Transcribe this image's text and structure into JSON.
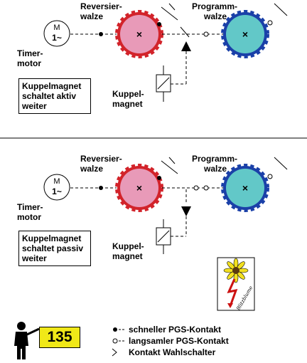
{
  "panels": [
    {
      "motor_letter": "M",
      "motor_subscript": "1~",
      "motor_label_line1": "Timer-",
      "motor_label_line2": "motor",
      "reversing_label_line1": "Reversier-",
      "reversing_label_line2": "walze",
      "program_label_line1": "Programm-",
      "program_label_line2": "walze",
      "status_line1": "Kuppelmagnet",
      "status_line2": "schaltet aktiv",
      "status_line3": "weiter",
      "magnet_label_line1": "Kuppel-",
      "magnet_label_line2": "magnet"
    },
    {
      "motor_letter": "M",
      "motor_subscript": "1~",
      "motor_label_line1": "Timer-",
      "motor_label_line2": "motor",
      "reversing_label_line1": "Reversier-",
      "reversing_label_line2": "walze",
      "program_label_line1": "Programm-",
      "program_label_line2": "walze",
      "status_line1": "Kuppelmagnet",
      "status_line2": "schaltet passiv",
      "status_line3": "weiter",
      "magnet_label_line1": "Kuppel-",
      "magnet_label_line2": "magnet"
    }
  ],
  "legend": {
    "fast_contact": "schneller PGS-Kontakt",
    "slow_contact": "langsamler PGS-Kontakt",
    "selector_contact": "Kontakt Wahlschalter"
  },
  "page_number": "135",
  "logo_text": "Blitzblume",
  "colors": {
    "reversing_drum": "#e89ab8",
    "reversing_edge": "#d2232a",
    "program_drum": "#62c8c8",
    "program_edge": "#1a40a8",
    "badge": "#f0e818",
    "flower": "#f2e020",
    "lightning": "#cc1111"
  },
  "icons": [
    "timer-motor-icon",
    "reversing-drum-icon",
    "program-drum-icon",
    "clutch-magnet-icon",
    "arrow-up-icon",
    "arrow-down-icon",
    "person-icon",
    "flower-lightning-logo-icon"
  ]
}
